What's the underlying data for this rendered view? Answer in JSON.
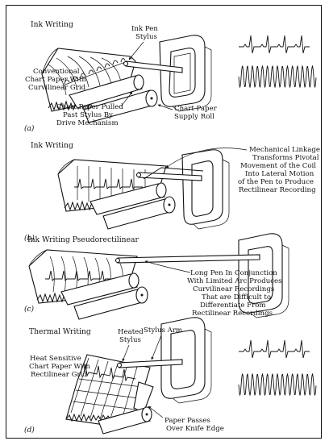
{
  "panels": [
    {
      "letter": "(a)",
      "title": "Ink Writing",
      "labels": {
        "stylus_l1": "Ink Pen",
        "stylus_l2": "Stylus",
        "paper_l1": "Conventional",
        "paper_l2": "Chart Paper With",
        "paper_l3": "Curvilinear Grid",
        "pulled_l1": "Chart Paper Pulled",
        "pulled_l2": "Past Stylus By",
        "pulled_l3": "Drive Mechanism",
        "supply_l1": "Chart Paper",
        "supply_l2": "Supply Roll"
      }
    },
    {
      "letter": "(b)",
      "title": "Ink Writing",
      "labels": {
        "link_l1": "Mechanical Linkage",
        "link_l2": "Transforms Pivotal",
        "link_l3": "Movement of the Coil",
        "link_l4": "Into Lateral Motion",
        "link_l5": "of the Pen to Produce",
        "link_l6": "Rectilinear Recording"
      }
    },
    {
      "letter": "(c)",
      "title": "Ink Writing Pseudorectilinear",
      "labels": {
        "long_l1": "Long Pen In Conjunction",
        "long_l2": "With Limited Arc Produces",
        "long_l3": "Curvilinear Recordings",
        "long_l4": "That are Difficult to",
        "long_l5": "Differentiate From",
        "long_l6": "Rectilinear Recordings"
      }
    },
    {
      "letter": "(d)",
      "title": "Thermal Writing",
      "labels": {
        "heated_l1": "Heated",
        "heated_l2": "Stylus",
        "arm": "Stylus Arm",
        "sens_l1": "Heat Sensitive",
        "sens_l2": "Chart Paper With",
        "sens_l3": "Rectilinear Grid",
        "knife_l1": "Paper Passes",
        "knife_l2": "Over Knife Edge"
      }
    }
  ]
}
